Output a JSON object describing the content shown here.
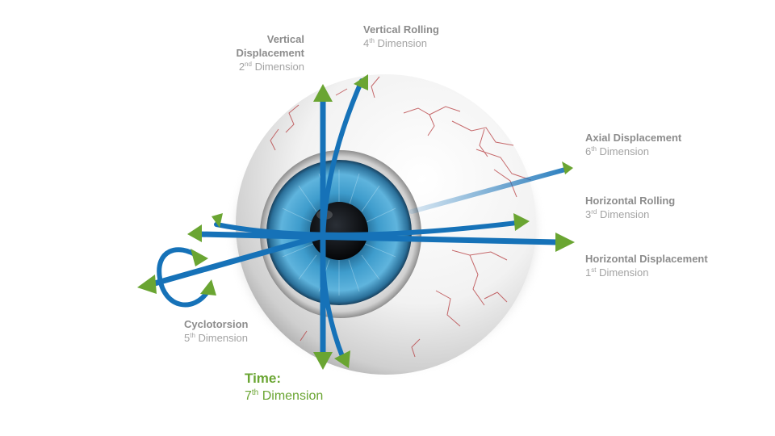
{
  "labels": {
    "vertical_displacement": {
      "title_line1": "Vertical",
      "title_line2": "Displacement",
      "ordinal_num": "2",
      "ordinal_suffix": "nd",
      "dimension_word": "Dimension"
    },
    "vertical_rolling": {
      "title": "Vertical Rolling",
      "ordinal_num": "4",
      "ordinal_suffix": "th",
      "dimension_word": "Dimension"
    },
    "axial_displacement": {
      "title": "Axial Displacement",
      "ordinal_num": "6",
      "ordinal_suffix": "th",
      "dimension_word": "Dimension"
    },
    "horizontal_rolling": {
      "title": "Horizontal Rolling",
      "ordinal_num": "3",
      "ordinal_suffix": "rd",
      "dimension_word": "Dimension"
    },
    "horizontal_displacement": {
      "title": "Horizontal Displacement",
      "ordinal_num": "1",
      "ordinal_suffix": "st",
      "dimension_word": "Dimension"
    },
    "cyclotorsion": {
      "title": "Cyclotorsion",
      "ordinal_num": "5",
      "ordinal_suffix": "th",
      "dimension_word": "Dimension"
    },
    "time": {
      "title": "Time:",
      "ordinal_num": "7",
      "ordinal_suffix": "th",
      "dimension_word": "Dimension"
    }
  },
  "colors": {
    "axis_blue": "#1672b8",
    "arrow_green": "#6aa532",
    "label_gray": "#8c8c8c",
    "time_green": "#6aa532",
    "iris_blue": "#2f8fc4",
    "vein_red": "#b5393c"
  }
}
